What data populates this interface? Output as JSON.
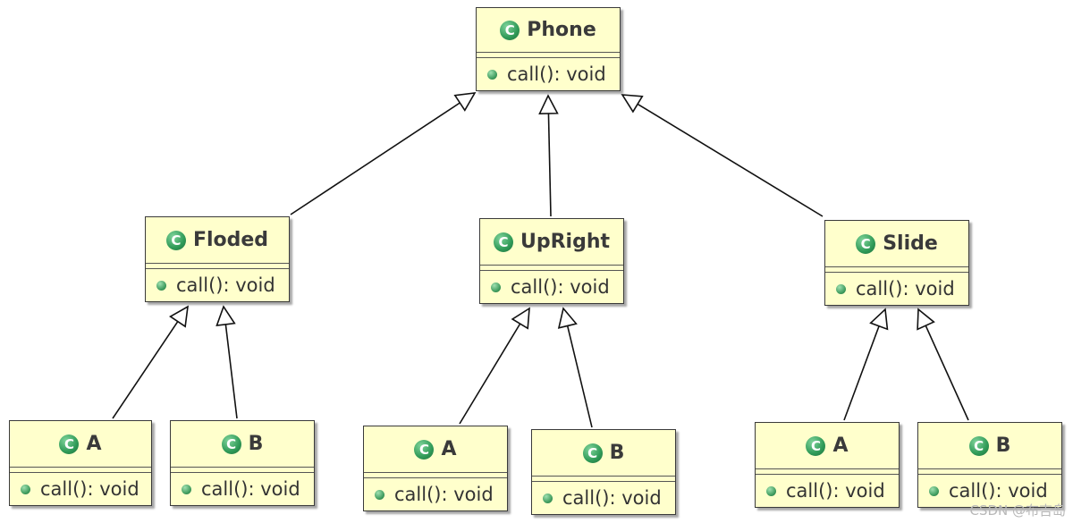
{
  "diagram": {
    "classes": [
      {
        "id": "phone",
        "name": "Phone",
        "icon": "class-icon",
        "method": "call(): void"
      },
      {
        "id": "floded",
        "name": "Floded",
        "icon": "class-icon",
        "method": "call(): void"
      },
      {
        "id": "upright",
        "name": "UpRight",
        "icon": "class-icon",
        "method": "call(): void"
      },
      {
        "id": "slide",
        "name": "Slide",
        "icon": "class-icon",
        "method": "call(): void"
      },
      {
        "id": "floded-a",
        "name": "A",
        "icon": "class-icon",
        "method": "call(): void"
      },
      {
        "id": "floded-b",
        "name": "B",
        "icon": "class-icon",
        "method": "call(): void"
      },
      {
        "id": "upright-a",
        "name": "A",
        "icon": "class-icon",
        "method": "call(): void"
      },
      {
        "id": "upright-b",
        "name": "B",
        "icon": "class-icon",
        "method": "call(): void"
      },
      {
        "id": "slide-a",
        "name": "A",
        "icon": "class-icon",
        "method": "call(): void"
      },
      {
        "id": "slide-b",
        "name": "B",
        "icon": "class-icon",
        "method": "call(): void"
      }
    ],
    "inheritance": [
      {
        "child": "floded",
        "parent": "phone"
      },
      {
        "child": "upright",
        "parent": "phone"
      },
      {
        "child": "slide",
        "parent": "phone"
      },
      {
        "child": "floded-a",
        "parent": "floded"
      },
      {
        "child": "floded-b",
        "parent": "floded"
      },
      {
        "child": "upright-a",
        "parent": "upright"
      },
      {
        "child": "upright-b",
        "parent": "upright"
      },
      {
        "child": "slide-a",
        "parent": "slide"
      },
      {
        "child": "slide-b",
        "parent": "slide"
      }
    ],
    "class_icon_letter": "C",
    "colors": {
      "class_fill": "#ffffcc",
      "icon": "#2f9a57",
      "border": "#3a3a3a"
    }
  },
  "watermark": "CSDN @布吉岛"
}
